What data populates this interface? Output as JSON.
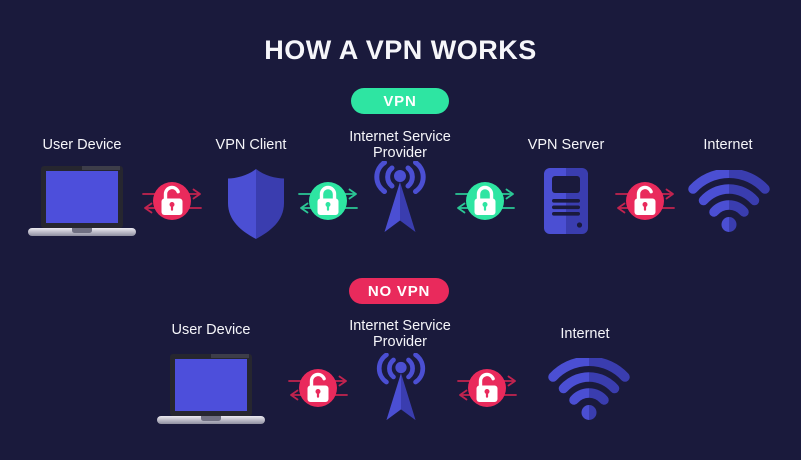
{
  "title": "HOW A VPN WORKS",
  "colors": {
    "background": "#1a1a3c",
    "text": "#f6f6fa",
    "green": "#2ee5a2",
    "green_arrow": "#2bc795",
    "red": "#e92a5c",
    "red_arrow": "#c2234f",
    "blue_light": "#4b4fd3",
    "blue_dark": "#3a3daf",
    "blue_screen": "#4d4fdb",
    "badge_text": "#ffffff"
  },
  "vpn_flow": {
    "badge_label": "VPN",
    "nodes": [
      {
        "label": "User Device",
        "icon": "laptop"
      },
      {
        "label": "VPN Client",
        "icon": "shield"
      },
      {
        "label": "Internet Service Provider",
        "icon": "broadcast-tower"
      },
      {
        "label": "VPN Server",
        "icon": "server"
      },
      {
        "label": "Internet",
        "icon": "wifi"
      }
    ],
    "links": [
      {
        "between": [
          "User Device",
          "VPN Client"
        ],
        "lock_state": "unlocked",
        "color_name": "red",
        "arrows": "bidirectional"
      },
      {
        "between": [
          "VPN Client",
          "Internet Service Provider"
        ],
        "lock_state": "locked",
        "color_name": "green",
        "arrows": "bidirectional"
      },
      {
        "between": [
          "Internet Service Provider",
          "VPN Server"
        ],
        "lock_state": "locked",
        "color_name": "green",
        "arrows": "bidirectional"
      },
      {
        "between": [
          "VPN Server",
          "Internet"
        ],
        "lock_state": "unlocked",
        "color_name": "red",
        "arrows": "bidirectional"
      }
    ]
  },
  "no_vpn_flow": {
    "badge_label": "NO VPN",
    "nodes": [
      {
        "label": "User Device",
        "icon": "laptop"
      },
      {
        "label": "Internet Service Provider",
        "icon": "broadcast-tower"
      },
      {
        "label": "Internet",
        "icon": "wifi"
      }
    ],
    "links": [
      {
        "between": [
          "User Device",
          "Internet Service Provider"
        ],
        "lock_state": "unlocked",
        "color_name": "red",
        "arrows": "bidirectional"
      },
      {
        "between": [
          "Internet Service Provider",
          "Internet"
        ],
        "lock_state": "unlocked",
        "color_name": "red",
        "arrows": "bidirectional"
      }
    ]
  }
}
